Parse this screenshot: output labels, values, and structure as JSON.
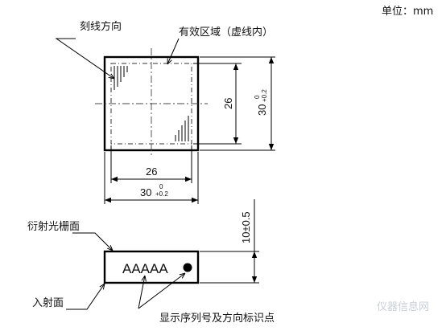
{
  "unit_label": "单位：mm",
  "labels": {
    "groove_direction": "刻线方向",
    "effective_area": "有效区域（虚线内）",
    "diffraction_face": "衍射光栅面",
    "incident_face": "入射面",
    "serial_marker": "显示序列号及方向标识点"
  },
  "dimensions": {
    "inner_width": "26",
    "outer_width": "30",
    "inner_height": "26",
    "outer_height": "30",
    "tol_upper": "0",
    "tol_lower": "+0.2",
    "thickness": "10±0.5"
  },
  "serial_text": "AAAAA",
  "watermark": "仪器信息网"
}
